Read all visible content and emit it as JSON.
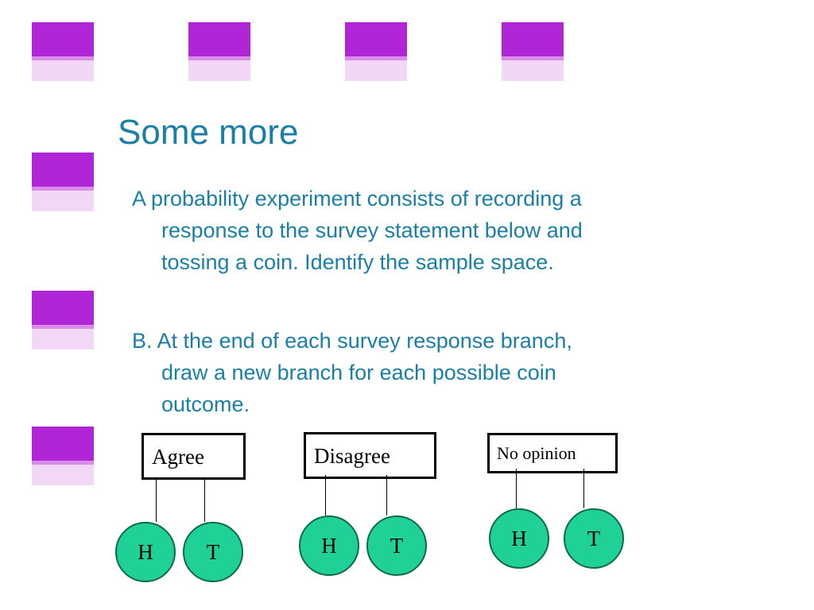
{
  "slide": {
    "title": "Some more",
    "para_a": {
      "line1": "A probability experiment consists of recording a",
      "line2": "response to the survey statement below and",
      "line3": "tossing a coin.  Identify the sample space."
    },
    "para_b": {
      "line1": "B.  At the end of each survey response branch,",
      "line2": "draw a new branch for each possible coin",
      "line3": "outcome."
    }
  },
  "tree": {
    "responses": [
      {
        "label": "Agree",
        "outcomes": [
          "H",
          "T"
        ]
      },
      {
        "label": "Disagree",
        "outcomes": [
          "H",
          "T"
        ]
      },
      {
        "label": "No opinion",
        "outcomes": [
          "H",
          "T"
        ]
      }
    ]
  },
  "colors": {
    "accent_purple": "#b026d6",
    "light_purple": "#f3d7f6",
    "text_teal": "#1a7fa6",
    "node_green": "#1fd196"
  }
}
